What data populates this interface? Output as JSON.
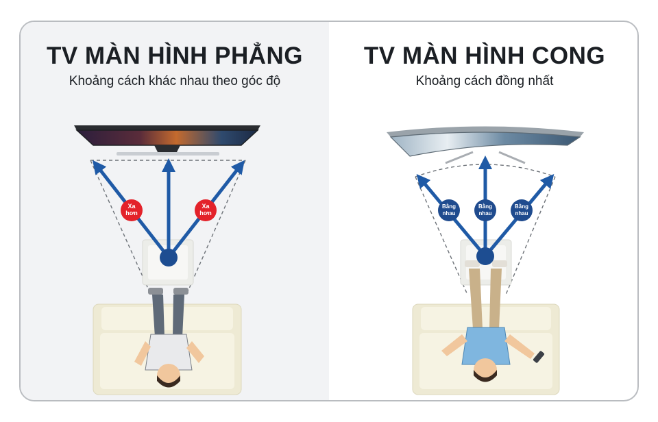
{
  "left": {
    "title": "TV MÀN HÌNH PHẲNG",
    "subtitle": "Khoảng cách khác nhau theo góc độ",
    "badge_line1": "Xa",
    "badge_line2": "hơn"
  },
  "right": {
    "title": "TV MÀN HÌNH CONG",
    "subtitle": "Khoảng cách đồng nhất",
    "badge_line1": "Bằng",
    "badge_line2": "nhau"
  },
  "colors": {
    "arrow": "#1f5aa6",
    "viewer_dot": "#1d4d91",
    "badge_left": "#e3222a",
    "badge_right": "#1f4b8e",
    "sofa": "#f3f0dd",
    "panel_left": "#f2f3f5",
    "border": "#b9bcc0"
  },
  "icons": [
    "flat-tv-icon",
    "curved-tv-icon",
    "viewer-icon",
    "sofa-icon",
    "arrow-icon"
  ]
}
